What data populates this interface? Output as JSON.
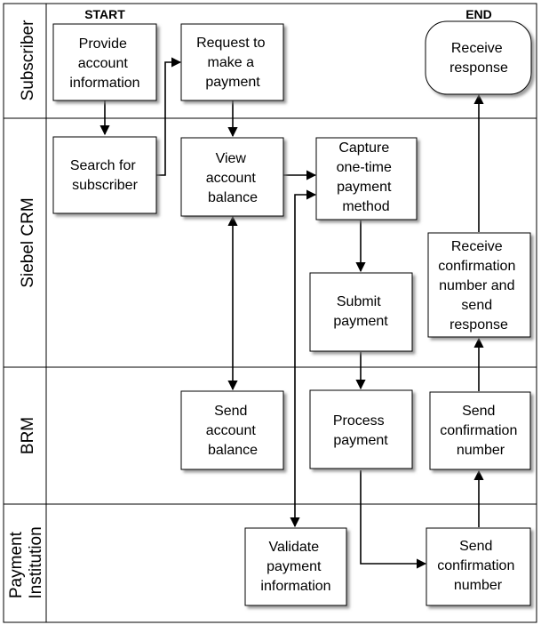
{
  "markers": {
    "start": "START",
    "end": "END"
  },
  "lanes": [
    {
      "id": "subscriber",
      "label": [
        "Subscriber"
      ]
    },
    {
      "id": "siebel",
      "label": [
        "Siebel CRM"
      ]
    },
    {
      "id": "brm",
      "label": [
        "BRM"
      ]
    },
    {
      "id": "payment",
      "label": [
        "Payment",
        "Institution"
      ]
    }
  ],
  "steps": {
    "provide_account_info": [
      "Provide",
      "account",
      "information"
    ],
    "request_payment": [
      "Request to",
      "make a",
      "payment"
    ],
    "receive_response": [
      "Receive",
      "response"
    ],
    "search_subscriber": [
      "Search for",
      "subscriber"
    ],
    "view_balance": [
      "View",
      "account",
      "balance"
    ],
    "capture_method": [
      "Capture",
      "one-time",
      "payment",
      "method"
    ],
    "submit_payment": [
      "Submit",
      "payment"
    ],
    "receive_confirmation": [
      "Receive",
      "confirmation",
      "number and",
      "send",
      "response"
    ],
    "send_balance": [
      "Send",
      "account",
      "balance"
    ],
    "process_payment": [
      "Process",
      "payment"
    ],
    "brm_send_confirmation": [
      "Send",
      "confirmation",
      "number"
    ],
    "validate_payment": [
      "Validate",
      "payment",
      "information"
    ],
    "institution_send_confirmation": [
      "Send",
      "confirmation",
      "number"
    ]
  }
}
